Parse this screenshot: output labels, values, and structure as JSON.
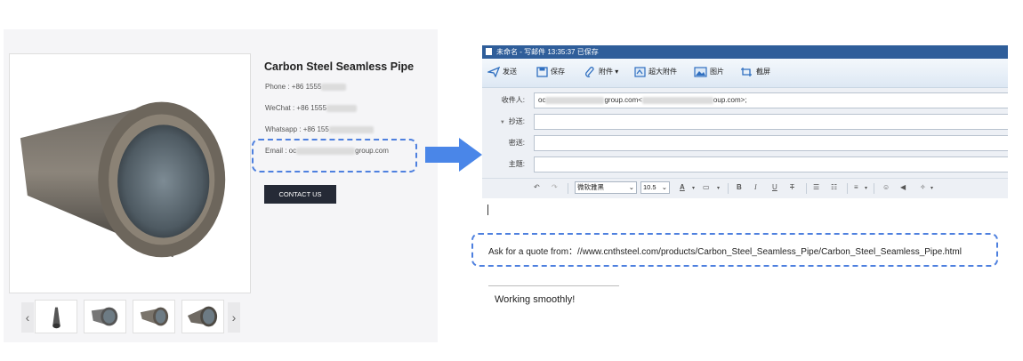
{
  "product": {
    "title": "Carbon Steel Seamless Pipe",
    "phone_label": "Phone : +86 1555",
    "wechat_label": "WeChat : +86 1555",
    "whatsapp_label": "Whatsapp : +86 155",
    "email_prefix": "Email : oc",
    "email_suffix": "group.com",
    "contact_button": "CONTACT US",
    "prev_arrow": "‹",
    "next_arrow": "›"
  },
  "mail": {
    "window_title": "未命名 - 写邮件   13:35:37 已保存",
    "toolbar": {
      "send": "发送",
      "save": "保存",
      "attach": "附件 ▾",
      "big_attach": "超大附件",
      "image": "图片",
      "screenshot": "截屏"
    },
    "fields": {
      "to_label": "收件人:",
      "to_value_prefix": "oc",
      "to_value_mid": "group.com<",
      "to_value_suffix": "oup.com>;",
      "cc_label": "抄送:",
      "cc_toggle": "▼",
      "bcc_label": "密送:",
      "subject_label": "主题:"
    },
    "format": {
      "font": "微软雅黑",
      "size": "10.5",
      "undo": "↶",
      "redo": "↷"
    },
    "body": {
      "quote": "Ask for a quote from：//www.cnthsteel.com/products/Carbon_Steel_Seamless_Pipe/Carbon_Steel_Seamless_Pipe.html",
      "signature": "Working smoothly!"
    }
  },
  "colors": {
    "highlight": "#4e80df",
    "arrow": "#4a86e8",
    "titlebar": "#2f5e9a",
    "button": "#252a36"
  }
}
